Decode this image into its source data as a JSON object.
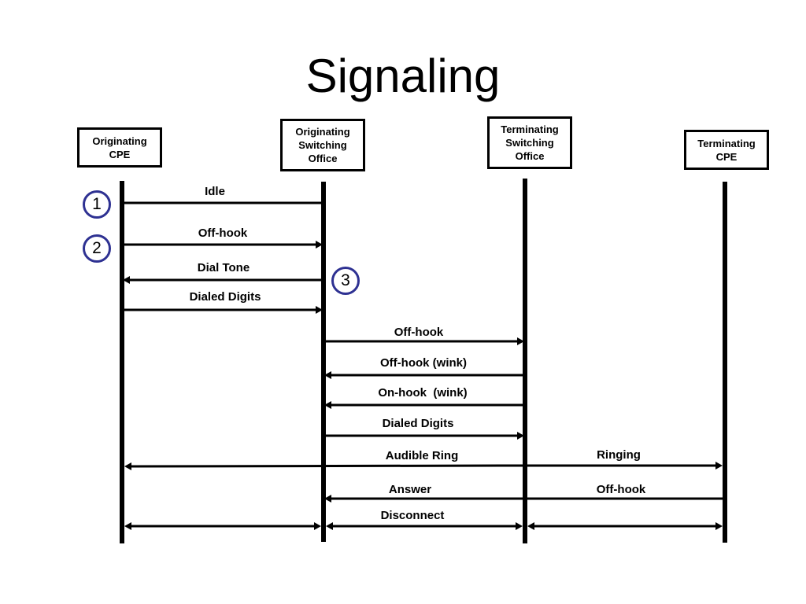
{
  "title": "Signaling",
  "parties": [
    {
      "label": "Originating\nCPE"
    },
    {
      "label": "Originating\nSwitching\nOffice"
    },
    {
      "label": "Terminating\nSwitching\nOffice"
    },
    {
      "label": "Terminating\nCPE"
    }
  ],
  "steps": [
    "1",
    "2",
    "3"
  ],
  "messages": [
    {
      "label": "Idle",
      "from": 0,
      "to": 1,
      "direction": "none"
    },
    {
      "label": "Off-hook",
      "from": 0,
      "to": 1,
      "direction": "right"
    },
    {
      "label": "Dial Tone",
      "from": 0,
      "to": 1,
      "direction": "left"
    },
    {
      "label": "Dialed Digits",
      "from": 0,
      "to": 1,
      "direction": "right"
    },
    {
      "label": "Off-hook",
      "from": 1,
      "to": 2,
      "direction": "right"
    },
    {
      "label": "Off-hook (wink)",
      "from": 1,
      "to": 2,
      "direction": "left"
    },
    {
      "label": "On-hook  (wink)",
      "from": 1,
      "to": 2,
      "direction": "left"
    },
    {
      "label": "Dialed Digits",
      "from": 1,
      "to": 2,
      "direction": "right"
    },
    {
      "label": "Audible Ring",
      "from": 0,
      "to": 2,
      "direction": "left"
    },
    {
      "label": "Ringing",
      "from": 2,
      "to": 3,
      "direction": "right"
    },
    {
      "label": "Answer",
      "from": 1,
      "to": 2,
      "direction": "left"
    },
    {
      "label": "Off-hook",
      "from": 2,
      "to": 3,
      "direction": "left"
    },
    {
      "label": "Disconnect",
      "from": 0,
      "to": 3,
      "direction": "both"
    }
  ]
}
